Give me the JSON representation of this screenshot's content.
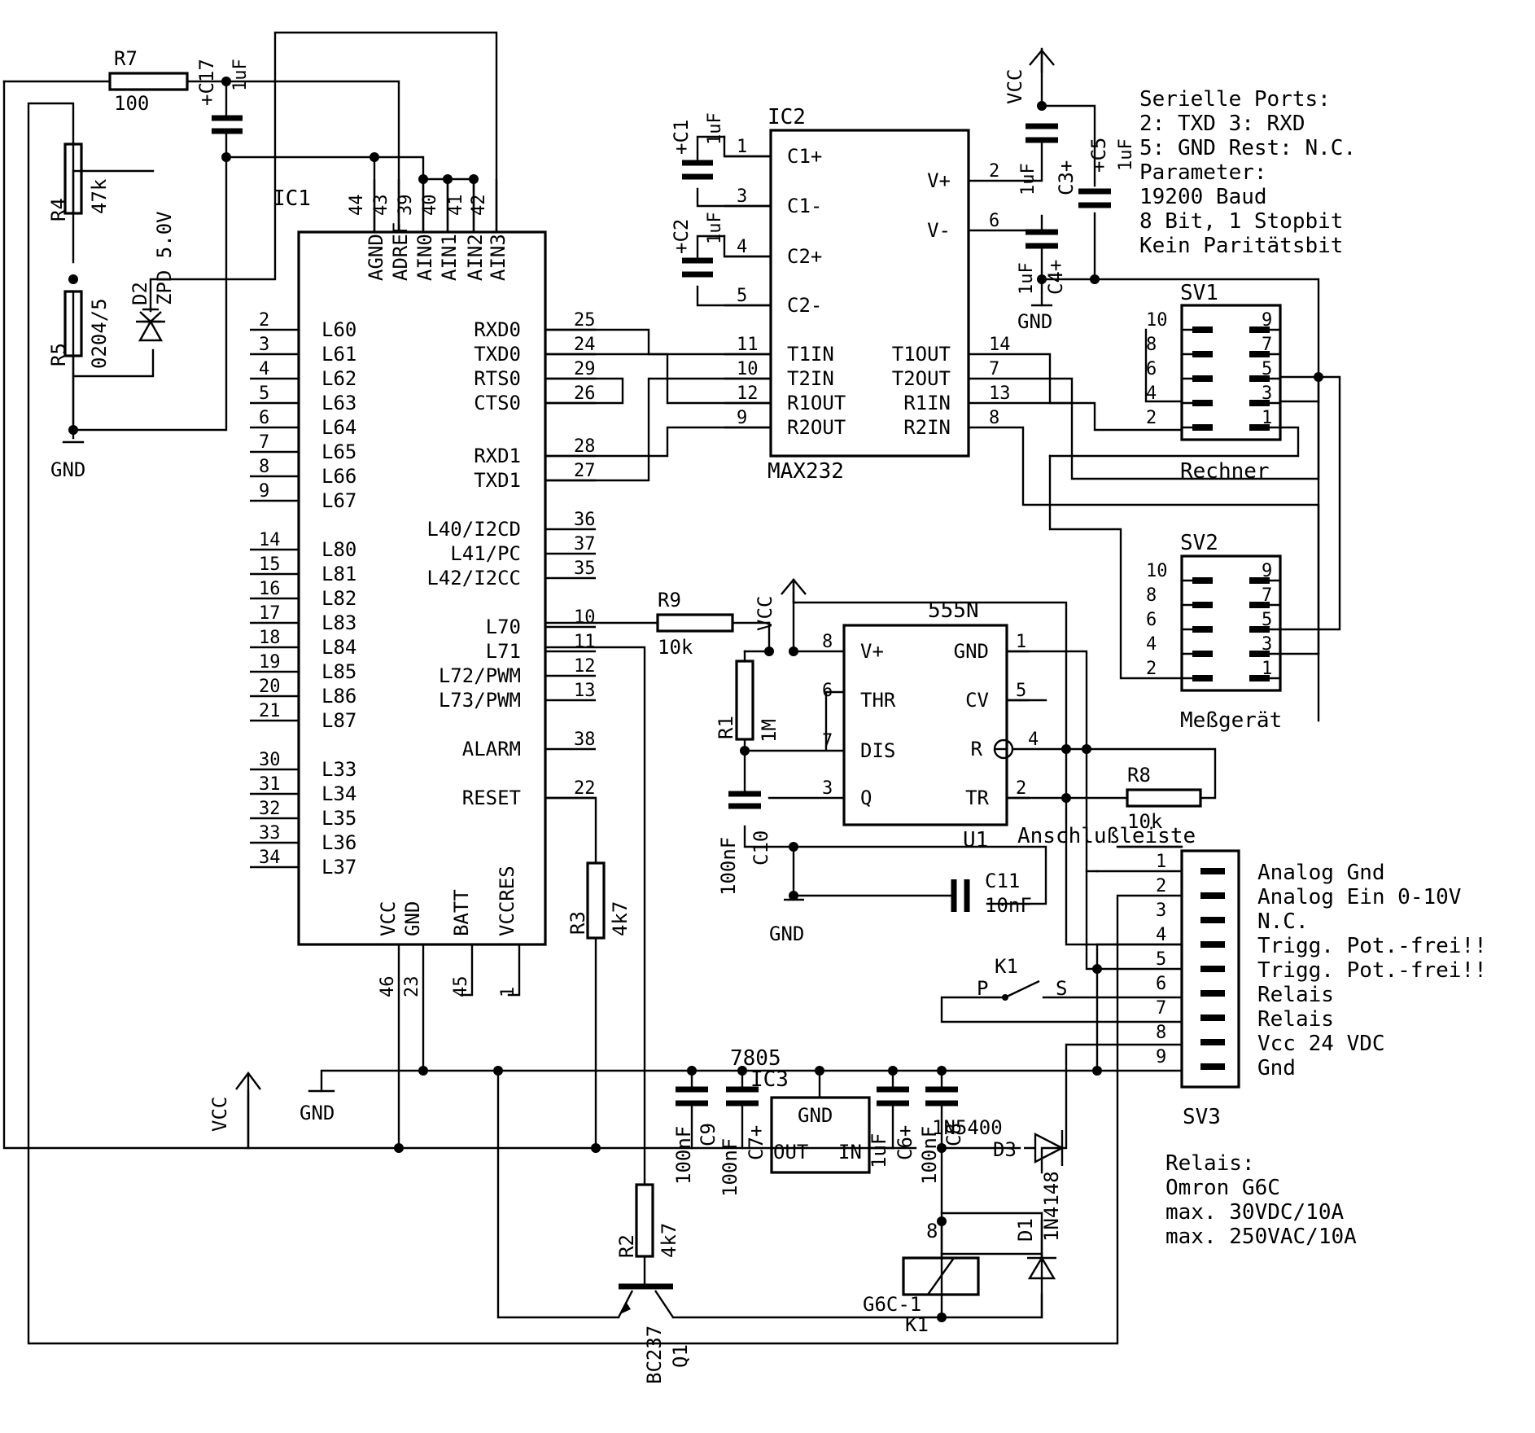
{
  "ic1": {
    "ref": "IC1",
    "top_pins": [
      {
        "name": "AGND",
        "num": "44"
      },
      {
        "name": "ADREF",
        "num": "43"
      },
      {
        "name": "AIN0",
        "num": "39"
      },
      {
        "name": "AIN1",
        "num": "40"
      },
      {
        "name": "AIN2",
        "num": "41"
      },
      {
        "name": "AIN3",
        "num": "42"
      }
    ],
    "left_pins": [
      {
        "name": "L60",
        "num": "2"
      },
      {
        "name": "L61",
        "num": "3"
      },
      {
        "name": "L62",
        "num": "4"
      },
      {
        "name": "L63",
        "num": "5"
      },
      {
        "name": "L64",
        "num": "6"
      },
      {
        "name": "L65",
        "num": "7"
      },
      {
        "name": "L66",
        "num": "8"
      },
      {
        "name": "L67",
        "num": "9"
      },
      {
        "name": "L80",
        "num": "14"
      },
      {
        "name": "L81",
        "num": "15"
      },
      {
        "name": "L82",
        "num": "16"
      },
      {
        "name": "L83",
        "num": "17"
      },
      {
        "name": "L84",
        "num": "18"
      },
      {
        "name": "L85",
        "num": "19"
      },
      {
        "name": "L86",
        "num": "20"
      },
      {
        "name": "L87",
        "num": "21"
      },
      {
        "name": "L33",
        "num": "30"
      },
      {
        "name": "L34",
        "num": "31"
      },
      {
        "name": "L35",
        "num": "32"
      },
      {
        "name": "L36",
        "num": "33"
      },
      {
        "name": "L37",
        "num": "34"
      }
    ],
    "right_pins": [
      {
        "name": "RXD0",
        "num": "25"
      },
      {
        "name": "TXD0",
        "num": "24"
      },
      {
        "name": "RTS0",
        "num": "29"
      },
      {
        "name": "CTS0",
        "num": "26"
      },
      {
        "name": "RXD1",
        "num": "28"
      },
      {
        "name": "TXD1",
        "num": "27"
      },
      {
        "name": "L40/I2CD",
        "num": "36"
      },
      {
        "name": "L41/PC",
        "num": "37"
      },
      {
        "name": "L42/I2CC",
        "num": "35"
      },
      {
        "name": "L70",
        "num": "10"
      },
      {
        "name": "L71",
        "num": "11"
      },
      {
        "name": "L72/PWM",
        "num": "12"
      },
      {
        "name": "L73/PWM",
        "num": "13"
      },
      {
        "name": "ALARM",
        "num": "38"
      },
      {
        "name": "RESET",
        "num": "22"
      }
    ],
    "bottom_pins": [
      {
        "name": "VCC",
        "num": "46"
      },
      {
        "name": "GND",
        "num": "23"
      },
      {
        "name": "BATT",
        "num": "45"
      },
      {
        "name": "VCCRES",
        "num": "1"
      }
    ]
  },
  "ic2": {
    "ref": "IC2",
    "part": "MAX232",
    "left_pins": [
      {
        "name": "C1+",
        "num": "1"
      },
      {
        "name": "C1-",
        "num": "3"
      },
      {
        "name": "C2+",
        "num": "4"
      },
      {
        "name": "C2-",
        "num": "5"
      },
      {
        "name": "T1IN",
        "num": "11"
      },
      {
        "name": "T2IN",
        "num": "10"
      },
      {
        "name": "R1OUT",
        "num": "12"
      },
      {
        "name": "R2OUT",
        "num": "9"
      }
    ],
    "right_pins": [
      {
        "name": "V+",
        "num": "2"
      },
      {
        "name": "V-",
        "num": "6"
      },
      {
        "name": "T1OUT",
        "num": "14"
      },
      {
        "name": "T2OUT",
        "num": "7"
      },
      {
        "name": "R1IN",
        "num": "13"
      },
      {
        "name": "R2IN",
        "num": "8"
      }
    ]
  },
  "u1": {
    "ref": "U1",
    "part": "555N",
    "left_pins": [
      {
        "name": "V+",
        "num": "8"
      },
      {
        "name": "THR",
        "num": "6"
      },
      {
        "name": "DIS",
        "num": "7"
      },
      {
        "name": "Q",
        "num": "3"
      }
    ],
    "right_pins": [
      {
        "name": "GND",
        "num": "1"
      },
      {
        "name": "CV",
        "num": "5"
      },
      {
        "name": "R",
        "num": "4"
      },
      {
        "name": "TR",
        "num": "2"
      }
    ]
  },
  "regulator": {
    "part": "7805",
    "ref": "IC3",
    "gnd": "GND",
    "out": "OUT",
    "in": "IN"
  },
  "resistors": {
    "r7": {
      "ref": "R7",
      "value": "100"
    },
    "r4": {
      "ref": "R4",
      "value": "47k"
    },
    "r5": {
      "ref": "R5",
      "value": "0204/5"
    },
    "r9": {
      "ref": "R9",
      "value": "10k"
    },
    "r1": {
      "ref": "R1",
      "value": "1M"
    },
    "r8": {
      "ref": "R8",
      "value": "10k"
    },
    "r3": {
      "ref": "R3",
      "value": "4k7"
    },
    "r2": {
      "ref": "R2",
      "value": "4k7"
    }
  },
  "capacitors": {
    "c17": {
      "ref": "C17",
      "value": "1uF",
      "pol": "+"
    },
    "c1": {
      "ref": "C1",
      "value": "1uF",
      "pol": "+"
    },
    "c2": {
      "ref": "C2",
      "value": "1uF",
      "pol": "+"
    },
    "c3": {
      "ref": "C3",
      "value": "1uF",
      "pol": "+"
    },
    "c4": {
      "ref": "C4",
      "value": "1uF",
      "pol": "+"
    },
    "c5": {
      "ref": "C5",
      "value": "1uF",
      "pol": "+"
    },
    "c10": {
      "ref": "C10",
      "value": "100nF"
    },
    "c11": {
      "ref": "C11",
      "value": "10nF"
    },
    "c9": {
      "ref": "C9",
      "value": "100nF"
    },
    "c7": {
      "ref": "C7",
      "value": "100nF",
      "pol": "+"
    },
    "c6": {
      "ref": "C6",
      "value": "1uF",
      "pol": "+"
    },
    "c8": {
      "ref": "C8",
      "value": "100nF"
    }
  },
  "diodes": {
    "d2": {
      "ref": "D2",
      "value": "ZPD 5.0V"
    },
    "d3": {
      "ref": "D3",
      "value": "1N5400"
    },
    "d1": {
      "ref": "D1",
      "value": "1N4148"
    }
  },
  "transistor": {
    "ref": "Q1",
    "value": "BC237"
  },
  "relay": {
    "coil": "G6C-1",
    "ref": "K1",
    "pin": "8",
    "contact_ref": "K1",
    "contact_p": "P",
    "contact_s": "S"
  },
  "supply": {
    "vcc": "VCC",
    "gnd": "GND"
  },
  "connectors": {
    "sv1": {
      "ref": "SV1",
      "label": "Rechner",
      "left": [
        "10",
        "8",
        "6",
        "4",
        "2"
      ],
      "right": [
        "9",
        "7",
        "5",
        "3",
        "1"
      ]
    },
    "sv2": {
      "ref": "SV2",
      "label": "Meßgerät",
      "left": [
        "10",
        "8",
        "6",
        "4",
        "2"
      ],
      "right": [
        "9",
        "7",
        "5",
        "3",
        "1"
      ]
    },
    "sv3": {
      "ref": "SV3",
      "title": "Anschlußleiste",
      "pins": [
        "1",
        "2",
        "3",
        "4",
        "5",
        "6",
        "7",
        "8",
        "9"
      ],
      "labels": [
        "Analog Gnd",
        "Analog Ein 0-10V",
        "N.C.",
        "Trigg. Pot.-frei!!",
        "Trigg. Pot.-frei!!",
        "Relais",
        "Relais",
        "Vcc 24 VDC",
        "Gnd"
      ]
    }
  },
  "notes": {
    "serial": [
      "Serielle Ports:",
      "2: TXD  3: RXD",
      "5: GND  Rest: N.C.",
      "Parameter:",
      "19200 Baud",
      "8 Bit, 1 Stopbit",
      "Kein Paritätsbit"
    ],
    "relay": [
      "Relais:",
      "Omron G6C",
      "max. 30VDC/10A",
      "max. 250VAC/10A"
    ]
  },
  "misc_pin_nums": {
    "ic1_l71": "11",
    "u1_v": "8",
    "u1_thr": "6",
    "u1_dis": "7",
    "u1_q": "3",
    "u1_gnd": "1",
    "u1_cv": "5",
    "u1_r": "4",
    "u1_tr": "2"
  }
}
